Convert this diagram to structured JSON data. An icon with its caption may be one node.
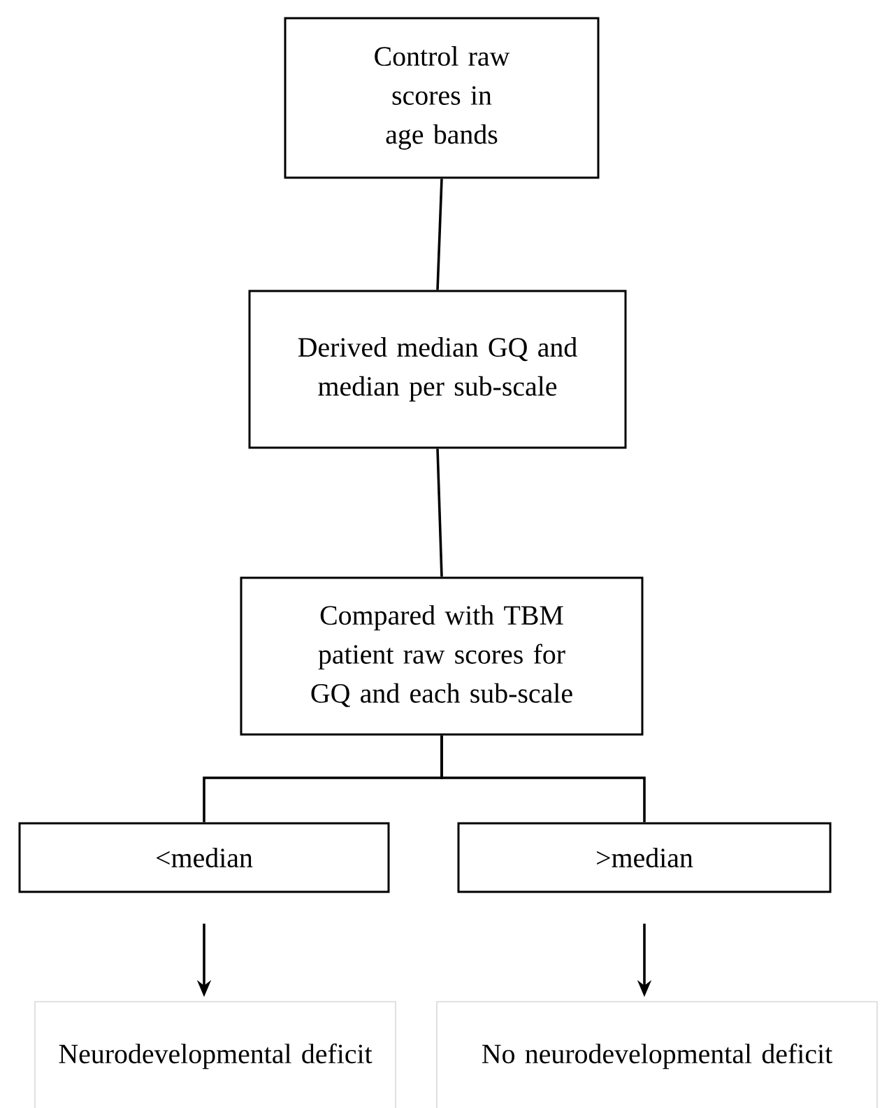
{
  "diagram": {
    "nodes": [
      {
        "text": [
          "Control raw scores in age bands"
        ]
      },
      {
        "text": [
          "Derived median GQ and median per sub-scale"
        ]
      },
      {
        "text": [
          "Compared with TBM patient raw scores for GQ and each sub-scale"
        ]
      },
      {
        "text": [
          "<median"
        ]
      },
      {
        "text": [
          ">median"
        ]
      },
      {
        "text": [
          "Neurodevelopmental deficit"
        ]
      },
      {
        "text": [
          "No neurodevelopmental deficit"
        ]
      }
    ],
    "edges": [
      {
        "from": 0,
        "to": 1,
        "arrow": "none"
      },
      {
        "from": 1,
        "to": 2,
        "arrow": "none"
      },
      {
        "from": 2,
        "to": 3,
        "arrow": "none"
      },
      {
        "from": 2,
        "to": 4,
        "arrow": "none"
      },
      {
        "from": 3,
        "to": 5,
        "arrow": "to"
      },
      {
        "from": 4,
        "to": 6,
        "arrow": "to"
      }
    ]
  }
}
